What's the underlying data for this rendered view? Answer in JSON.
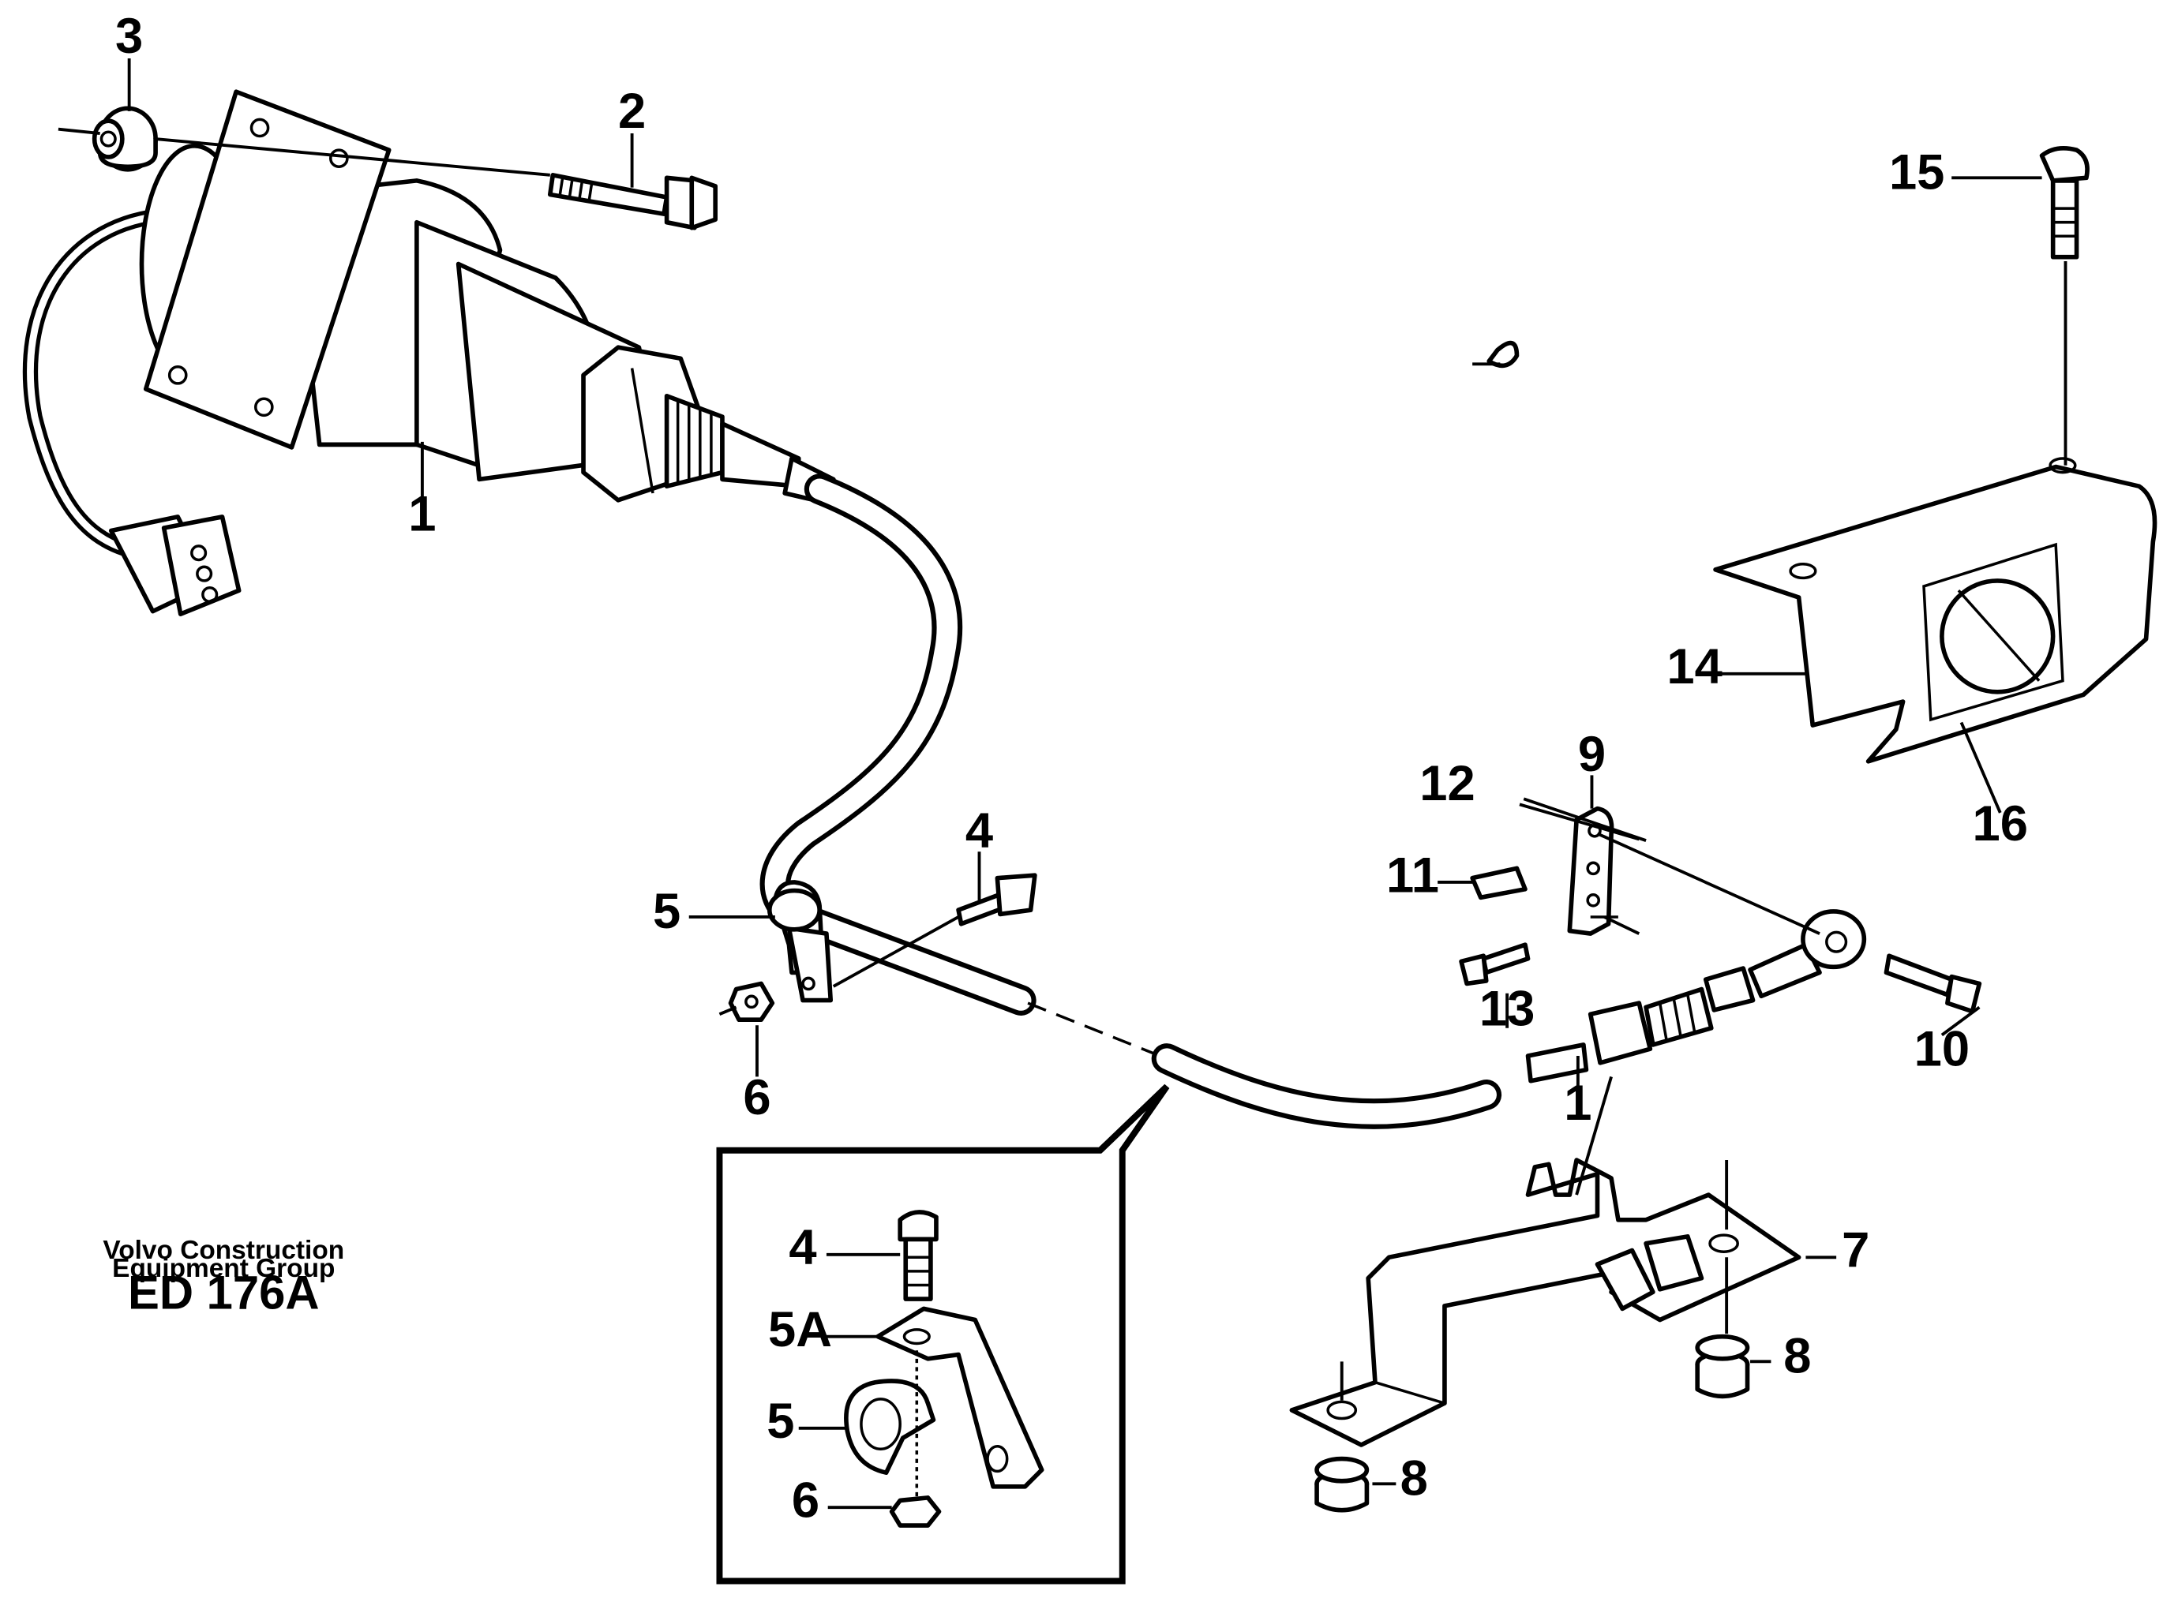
{
  "callouts": {
    "c1a": "1",
    "c1b": "1",
    "c2": "2",
    "c3": "3",
    "c4": "4",
    "c5": "5",
    "c6": "6",
    "c7": "7",
    "c8a": "8",
    "c8b": "8",
    "c9": "9",
    "c10": "10",
    "c11": "11",
    "c12": "12",
    "c13": "13",
    "c14": "14",
    "c15": "15",
    "c16": "16"
  },
  "detail": {
    "c4": "4",
    "c5a": "5A",
    "c5": "5",
    "c6": "6"
  },
  "footer": {
    "company_line1": "Volvo Construction",
    "company_line2": "Equipment Group",
    "code": "ED 176A"
  },
  "icons": {
    "shutoff_solenoid": "solenoid-icon",
    "connector": "connector-icon",
    "heat_shield": "heat-shield-icon",
    "bracket": "bracket-icon",
    "cable": "cable-icon"
  }
}
